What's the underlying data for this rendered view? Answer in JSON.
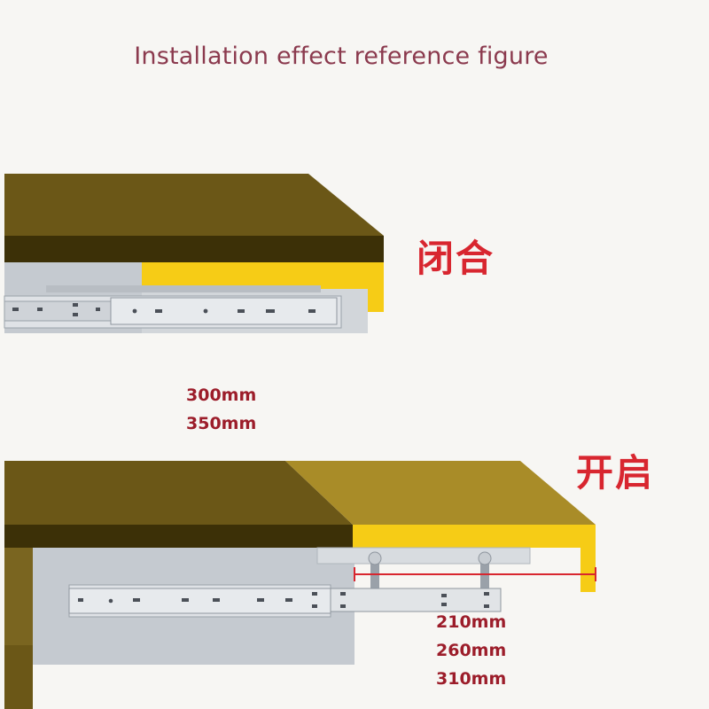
{
  "title": "Installation effect reference figure",
  "closed": {
    "label": "闭合",
    "dimensions": [
      "300mm",
      "350mm"
    ]
  },
  "open": {
    "label": "开启",
    "dimensions": [
      "210mm",
      "260mm",
      "310mm"
    ]
  },
  "colors": {
    "title": "#8b3a4e",
    "label": "#d8262f",
    "dimension": "#9c1d2a",
    "board_top": "#6b5717",
    "board_edge": "#3c3007",
    "drawer_front": "#f6cc16",
    "cabinet_panel": "#c5cad0",
    "slide_rail": "#d9dde1"
  }
}
